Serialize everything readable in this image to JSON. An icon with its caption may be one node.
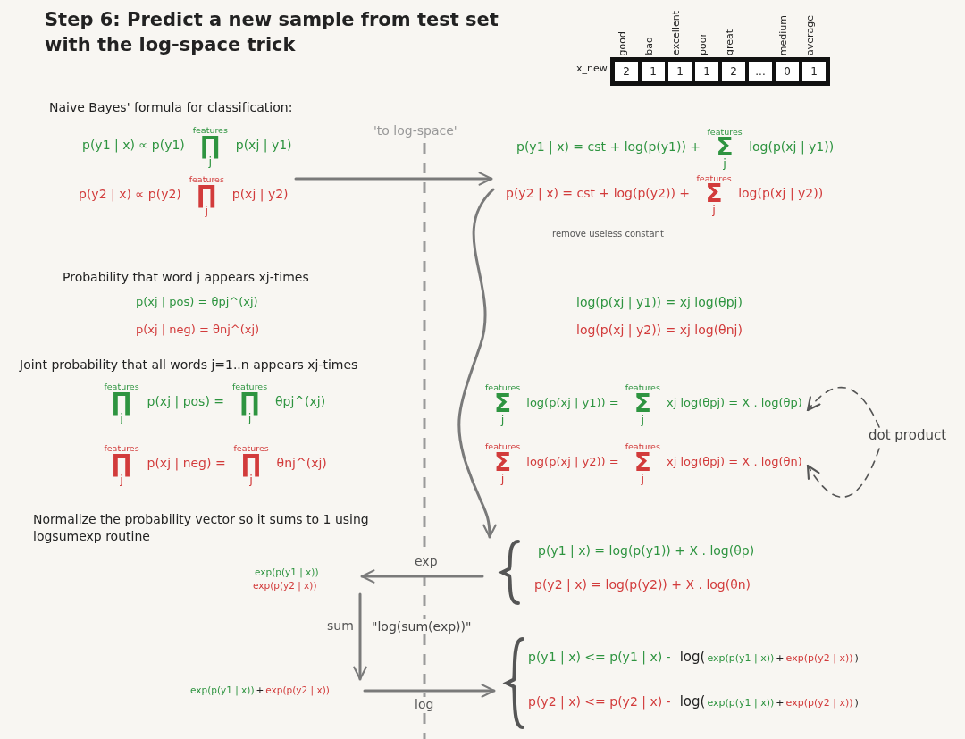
{
  "diagram": {
    "title": "Step 6: Predict a new sample from test set with the log-space trick",
    "nodes": [
      {
        "text": [
          "p(y1 | x) ∝ p(y1) ∏$_{j}$$^{features}$ p(xj | y1)",
          "p(y2 | x) ∝ p(y2) ∏$_{j}$$^{features}$ p(xj | y2)"
        ]
      },
      {
        "text": [
          "p(y1 | x) = cst + log(p(y1)) + Σ$_{j}$$^{features}$ log(p(xj | y1))",
          "p(y2 | x) = cst + log(p(y2)) + Σ$_{j}$$^{features}$ log(p(xj | y2))"
        ],
        "beside": [
          "remove useless constant"
        ]
      },
      {
        "text": [
          "p(y1 | x) = log(p(y1)) + X . log(θp)",
          "p(y2 | x) = log(p(y2)) + X . log(θn)"
        ]
      },
      {
        "text": [
          "exp(p(y1 | x))",
          "exp(p(y2 | x))"
        ]
      },
      {
        "text": [
          "exp(p(y1 | x))",
          "+",
          "exp(p(y2 | x))"
        ]
      },
      {
        "text": [
          "p(y1 | x) <= p(y1 | x) -",
          "log(",
          "exp(p(y1 | x))",
          "+",
          "exp(p(y2 | x))",
          ")",
          "p(y2 | x) <= p(y2 | x) -",
          "log(",
          "exp(p(y1 | x))",
          "+",
          "exp(p(y2 | x))",
          ")"
        ]
      },
      {
        "text": [
          "dot product"
        ]
      },
      {
        "text": [
          "Σ$_{j}$$^{features}$ log(p(xj | y1)) = Σ$_{j}$$^{features}$ xj log(θpj) = X . log(θp)"
        ]
      },
      {
        "text": [
          "Σ$_{j}$$^{features}$ log(p(xj | y2)) = Σ$_{j}$$^{features}$ xj log(θpj) = X . log(θn)"
        ]
      }
    ],
    "edges": [
      {
        "from": 0,
        "to": 1,
        "arrow": "to"
      },
      {
        "from": 1,
        "to": 2,
        "arrow": "to"
      },
      {
        "from": 2,
        "to": 3,
        "arrow": "to",
        "label": "exp"
      },
      {
        "from": 3,
        "to": 4,
        "arrow": "to",
        "label": "sum"
      },
      {
        "from": 4,
        "to": 5,
        "arrow": "to",
        "label": "log"
      },
      {
        "from": 6,
        "to": 7,
        "arrow": "to",
        "style": "dashed",
        "color": "#555555"
      },
      {
        "from": 6,
        "to": 8,
        "arrow": "to",
        "style": "dashed",
        "color": "#555555"
      }
    ],
    "labels": [
      "good",
      "bad",
      "excellent",
      "poor",
      "great",
      "medium",
      "average",
      "x_new",
      "2",
      "1",
      "1",
      "1",
      "2",
      "...",
      "0",
      "1",
      "Naive Bayes' formula for classification:",
      "'to log-space'",
      "Probability that word j appears xj-times",
      "p(xj | pos) = θpj^(xj)",
      "log(p(xj | y1)) = xj log(θpj)",
      "p(xj | neg) = θnj^(xj)",
      "log(p(xj | y2)) = xj log(θnj)",
      "Joint probability that all words j=1..n appears xj-times",
      "∏$_{j}$$^{features}$ p(xj | pos) = ∏$_{j}$$^{features}$ θpj^(xj)",
      "∏$_{j}$$^{features}$ p(xj | neg) = ∏$_{j}$$^{features}$ θnj^(xj)",
      "Normalize the probability vector so it sums to 1 using logsumexp routine",
      "\"log(sum(exp))\""
    ]
  }
}
